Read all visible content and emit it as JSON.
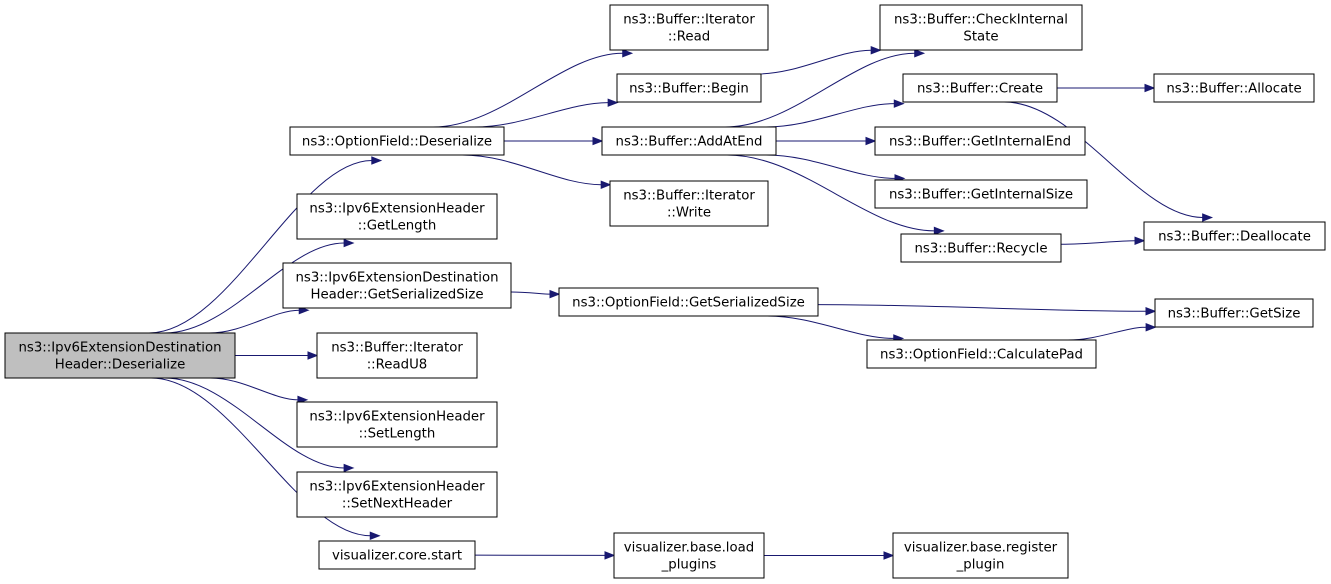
{
  "colors": {
    "edge": "#191970",
    "root_fill": "#bfbfbf",
    "node_fill": "#ffffff",
    "node_border": "#000000"
  },
  "nodes": [
    {
      "id": "root",
      "lines": [
        "ns3::Ipv6ExtensionDestination",
        "Header::Deserialize"
      ],
      "root": true
    },
    {
      "id": "of_deser",
      "lines": [
        "ns3::OptionField::Deserialize"
      ]
    },
    {
      "id": "ext_getlen",
      "lines": [
        "ns3::Ipv6ExtensionHeader",
        "::GetLength"
      ]
    },
    {
      "id": "dest_getser",
      "lines": [
        "ns3::Ipv6ExtensionDestination",
        "Header::GetSerializedSize"
      ]
    },
    {
      "id": "it_readu8",
      "lines": [
        "ns3::Buffer::Iterator",
        "::ReadU8"
      ]
    },
    {
      "id": "ext_setlen",
      "lines": [
        "ns3::Ipv6ExtensionHeader",
        "::SetLength"
      ]
    },
    {
      "id": "ext_setnext",
      "lines": [
        "ns3::Ipv6ExtensionHeader",
        "::SetNextHeader"
      ]
    },
    {
      "id": "vis_start",
      "lines": [
        "visualizer.core.start"
      ]
    },
    {
      "id": "it_read",
      "lines": [
        "ns3::Buffer::Iterator",
        "::Read"
      ]
    },
    {
      "id": "buf_begin",
      "lines": [
        "ns3::Buffer::Begin"
      ]
    },
    {
      "id": "buf_addatend",
      "lines": [
        "ns3::Buffer::AddAtEnd"
      ]
    },
    {
      "id": "it_write",
      "lines": [
        "ns3::Buffer::Iterator",
        "::Write"
      ]
    },
    {
      "id": "of_getser",
      "lines": [
        "ns3::OptionField::GetSerializedSize"
      ]
    },
    {
      "id": "vis_load",
      "lines": [
        "visualizer.base.load",
        "_plugins"
      ]
    },
    {
      "id": "buf_checkint",
      "lines": [
        "ns3::Buffer::CheckInternal",
        "State"
      ]
    },
    {
      "id": "buf_create",
      "lines": [
        "ns3::Buffer::Create"
      ]
    },
    {
      "id": "buf_getintend",
      "lines": [
        "ns3::Buffer::GetInternalEnd"
      ]
    },
    {
      "id": "buf_getintsize",
      "lines": [
        "ns3::Buffer::GetInternalSize"
      ]
    },
    {
      "id": "buf_recycle",
      "lines": [
        "ns3::Buffer::Recycle"
      ]
    },
    {
      "id": "of_calcpad",
      "lines": [
        "ns3::OptionField::CalculatePad"
      ]
    },
    {
      "id": "vis_register",
      "lines": [
        "visualizer.base.register",
        "_plugin"
      ]
    },
    {
      "id": "buf_allocate",
      "lines": [
        "ns3::Buffer::Allocate"
      ]
    },
    {
      "id": "buf_dealloc",
      "lines": [
        "ns3::Buffer::Deallocate"
      ]
    },
    {
      "id": "buf_getsize",
      "lines": [
        "ns3::Buffer::GetSize"
      ]
    }
  ],
  "edges": [
    [
      "root",
      "of_deser"
    ],
    [
      "root",
      "ext_getlen"
    ],
    [
      "root",
      "dest_getser"
    ],
    [
      "root",
      "it_readu8"
    ],
    [
      "root",
      "ext_setlen"
    ],
    [
      "root",
      "ext_setnext"
    ],
    [
      "root",
      "vis_start"
    ],
    [
      "of_deser",
      "it_read"
    ],
    [
      "of_deser",
      "buf_begin"
    ],
    [
      "of_deser",
      "buf_addatend"
    ],
    [
      "of_deser",
      "it_write"
    ],
    [
      "dest_getser",
      "of_getser"
    ],
    [
      "vis_start",
      "vis_load"
    ],
    [
      "buf_begin",
      "buf_checkint"
    ],
    [
      "buf_addatend",
      "buf_checkint"
    ],
    [
      "buf_addatend",
      "buf_create"
    ],
    [
      "buf_addatend",
      "buf_getintend"
    ],
    [
      "buf_addatend",
      "buf_getintsize"
    ],
    [
      "buf_addatend",
      "buf_recycle"
    ],
    [
      "of_getser",
      "buf_getsize"
    ],
    [
      "of_getser",
      "of_calcpad"
    ],
    [
      "vis_load",
      "vis_register"
    ],
    [
      "buf_create",
      "buf_allocate"
    ],
    [
      "buf_create",
      "buf_dealloc"
    ],
    [
      "buf_recycle",
      "buf_dealloc"
    ],
    [
      "of_calcpad",
      "buf_getsize"
    ]
  ]
}
